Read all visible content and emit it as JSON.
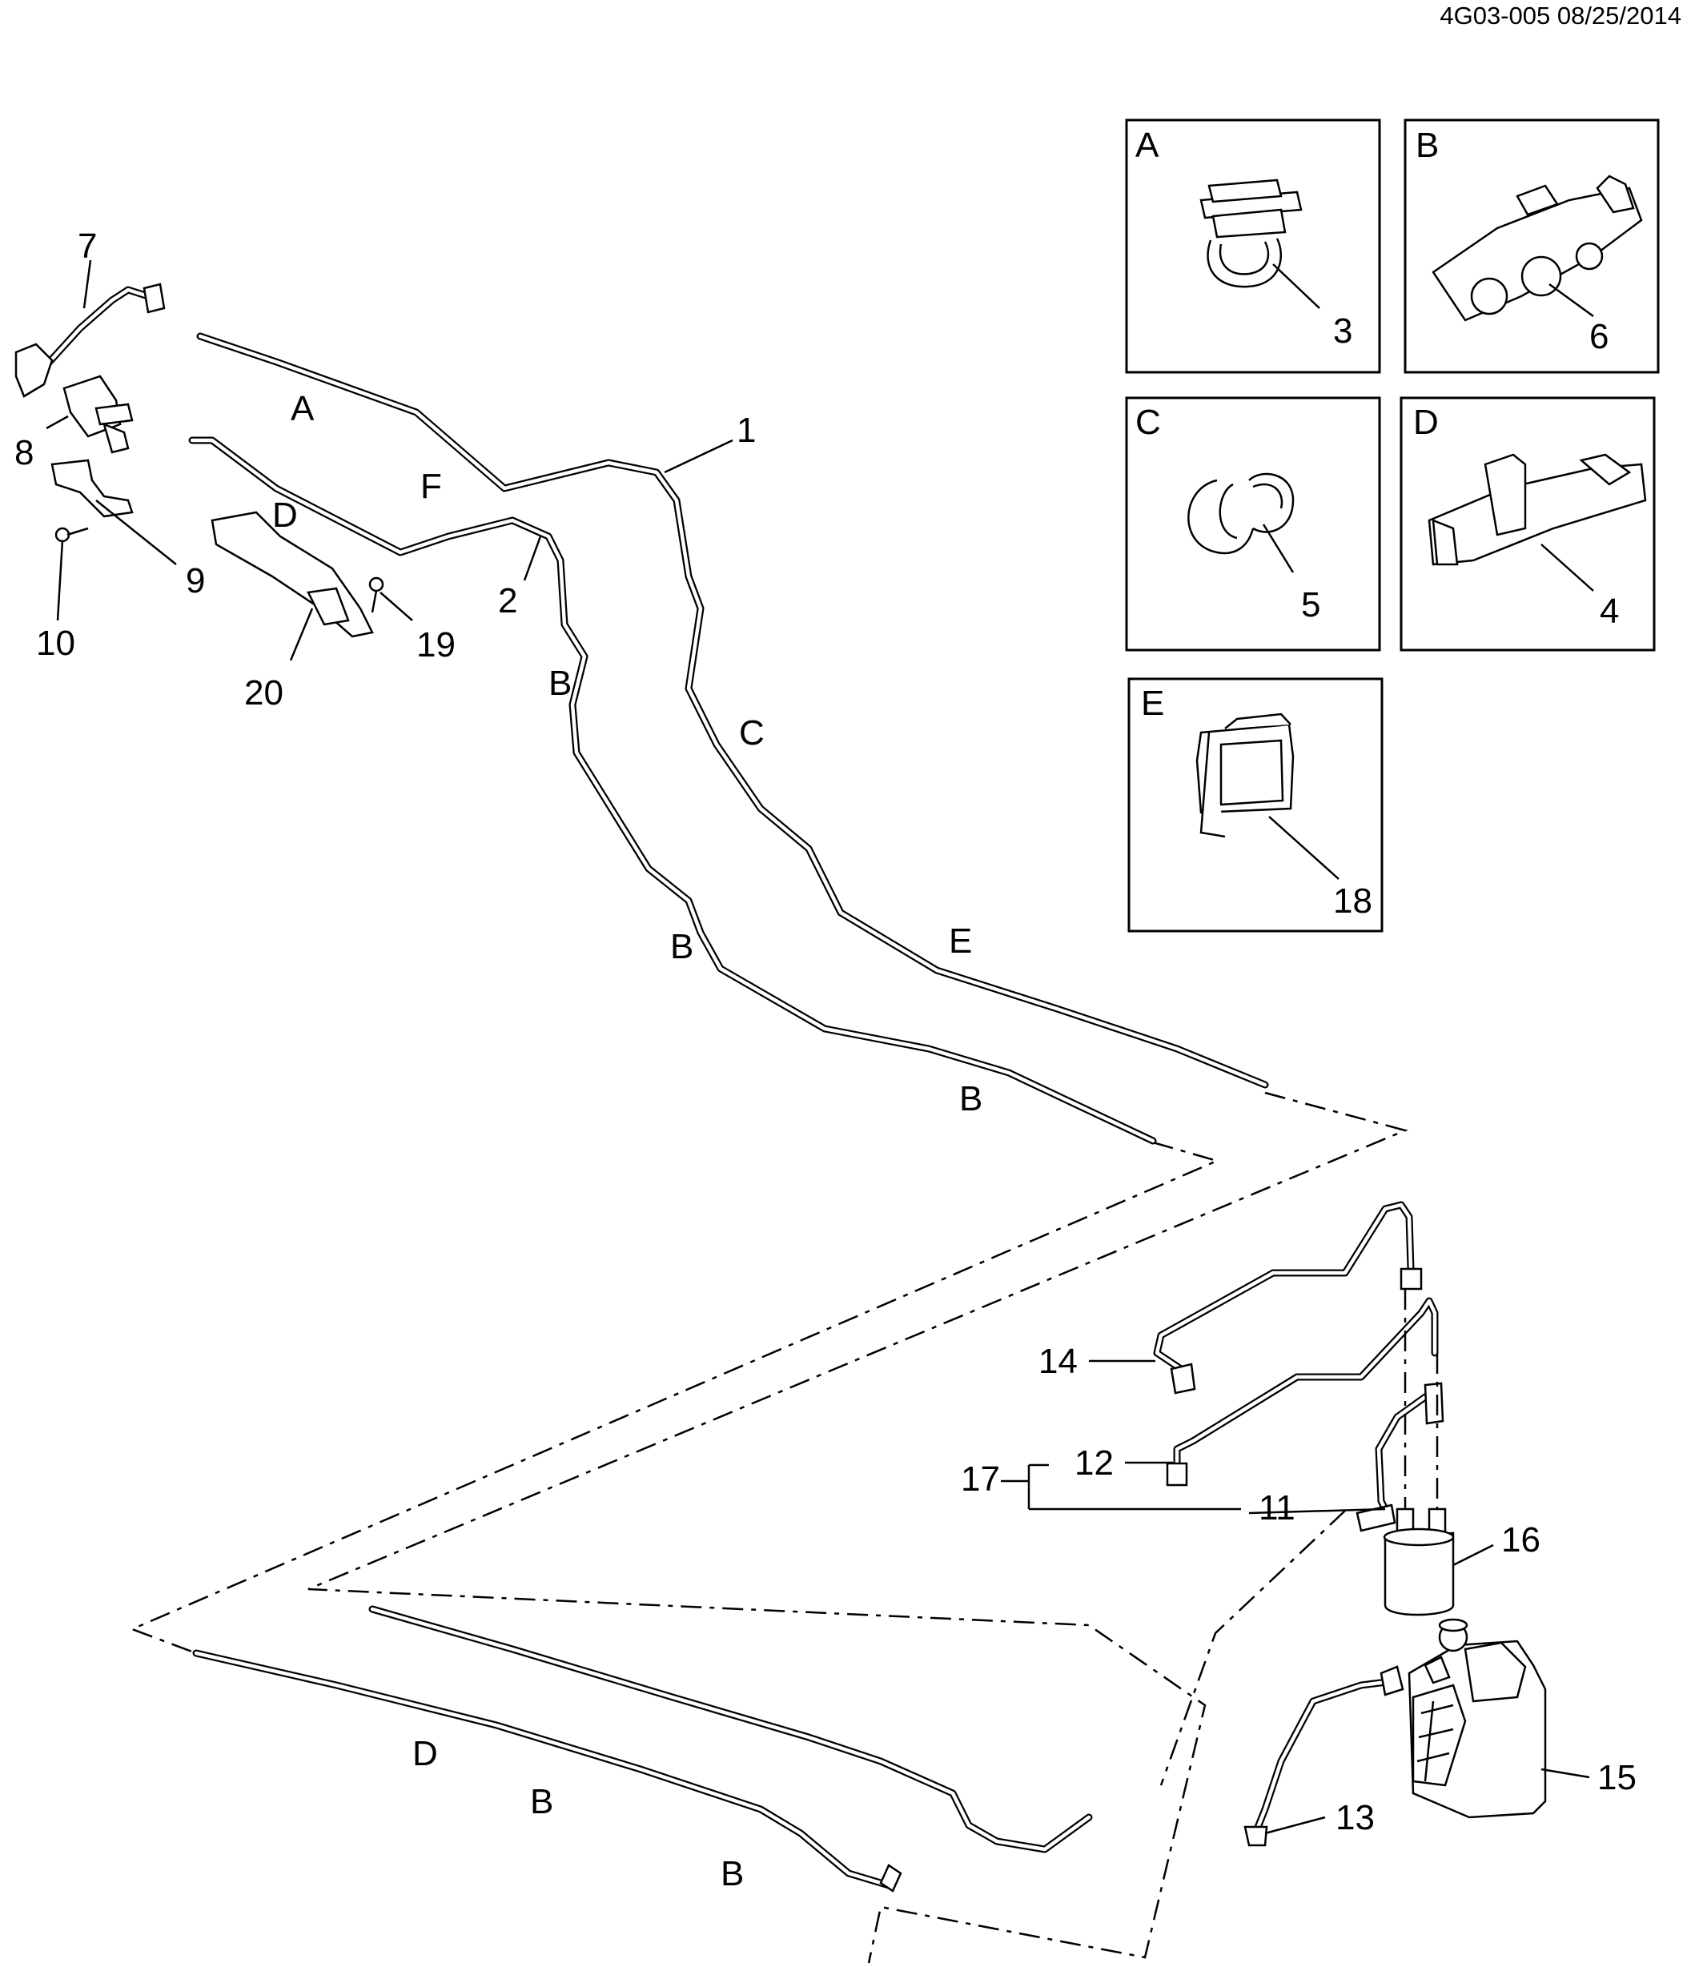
{
  "header": {
    "doc_id": "4G03-005 08/25/2014"
  },
  "detail_views": [
    {
      "letter": "A",
      "part": "3"
    },
    {
      "letter": "B",
      "part": "6"
    },
    {
      "letter": "C",
      "part": "5"
    },
    {
      "letter": "D",
      "part": "4"
    },
    {
      "letter": "E",
      "part": "18"
    }
  ],
  "callouts": {
    "p1": "1",
    "p2": "2",
    "p7": "7",
    "p8": "8",
    "p9": "9",
    "p10": "10",
    "p11": "11",
    "p12": "12",
    "p13": "13",
    "p14": "14",
    "p15": "15",
    "p16": "16",
    "p17": "17",
    "p19": "19",
    "p20": "20"
  },
  "clip_labels": {
    "a1": "A",
    "f1": "F",
    "d1": "D",
    "b1": "B",
    "c1": "C",
    "b2": "B",
    "e1": "E",
    "b3": "B",
    "d2": "D",
    "b4": "B",
    "b5": "B"
  }
}
